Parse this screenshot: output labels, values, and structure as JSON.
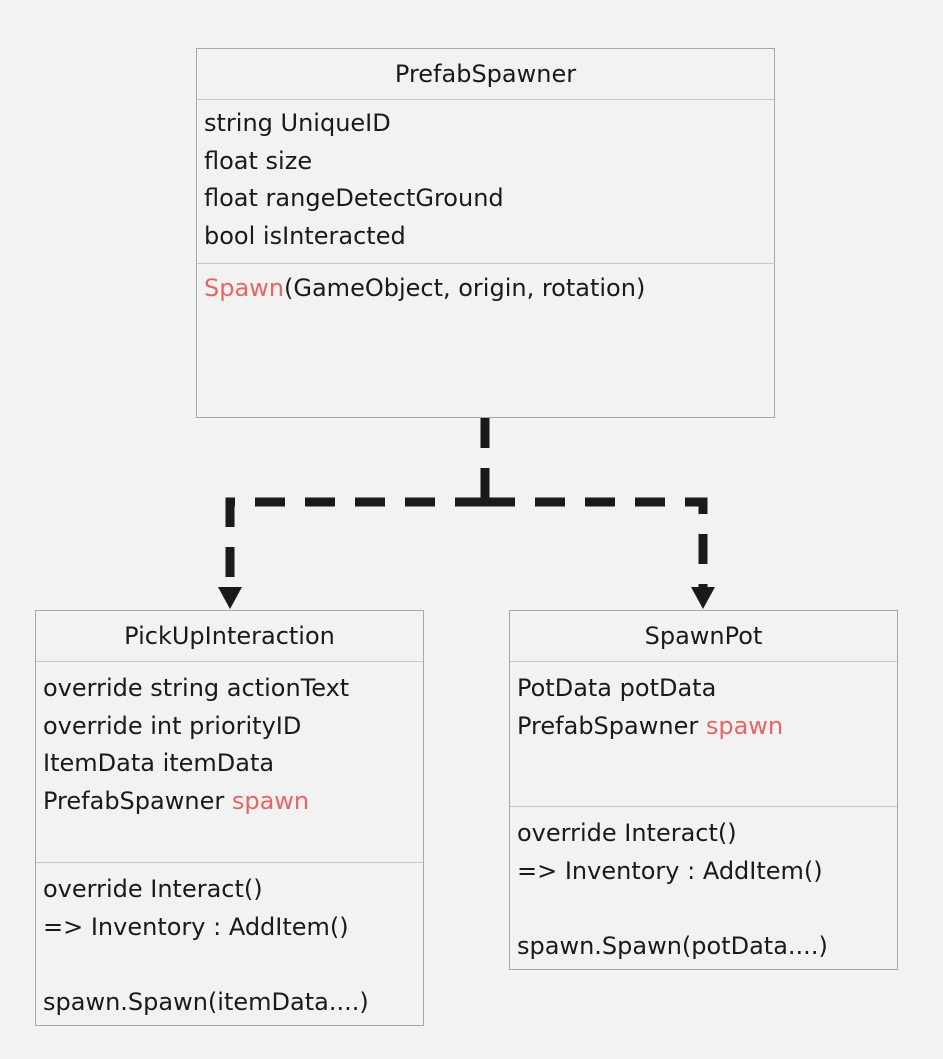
{
  "accent_color": "#e86565",
  "classes": {
    "prefab_spawner": {
      "name": "PrefabSpawner",
      "fields": [
        "string UniqueID",
        "float size",
        "float rangeDetectGround",
        "bool isInteracted"
      ],
      "method_name": "Spawn",
      "method_args": "(GameObject, origin, rotation)"
    },
    "pick_up_interaction": {
      "name": "PickUpInteraction",
      "fields": [
        "override string actionText",
        "override int priorityID",
        "ItemData itemData"
      ],
      "spawner_type": "PrefabSpawner ",
      "spawner_name": "spawn",
      "methods": [
        "override Interact()",
        "=> Inventory : AddItem()",
        "",
        "spawn.Spawn(itemData....)"
      ]
    },
    "spawn_pot": {
      "name": "SpawnPot",
      "fields": [
        "PotData potData"
      ],
      "spawner_type": "PrefabSpawner ",
      "spawner_name": "spawn",
      "methods": [
        "override Interact()",
        "=> Inventory : AddItem()",
        "",
        "spawn.Spawn(potData....)"
      ]
    }
  }
}
